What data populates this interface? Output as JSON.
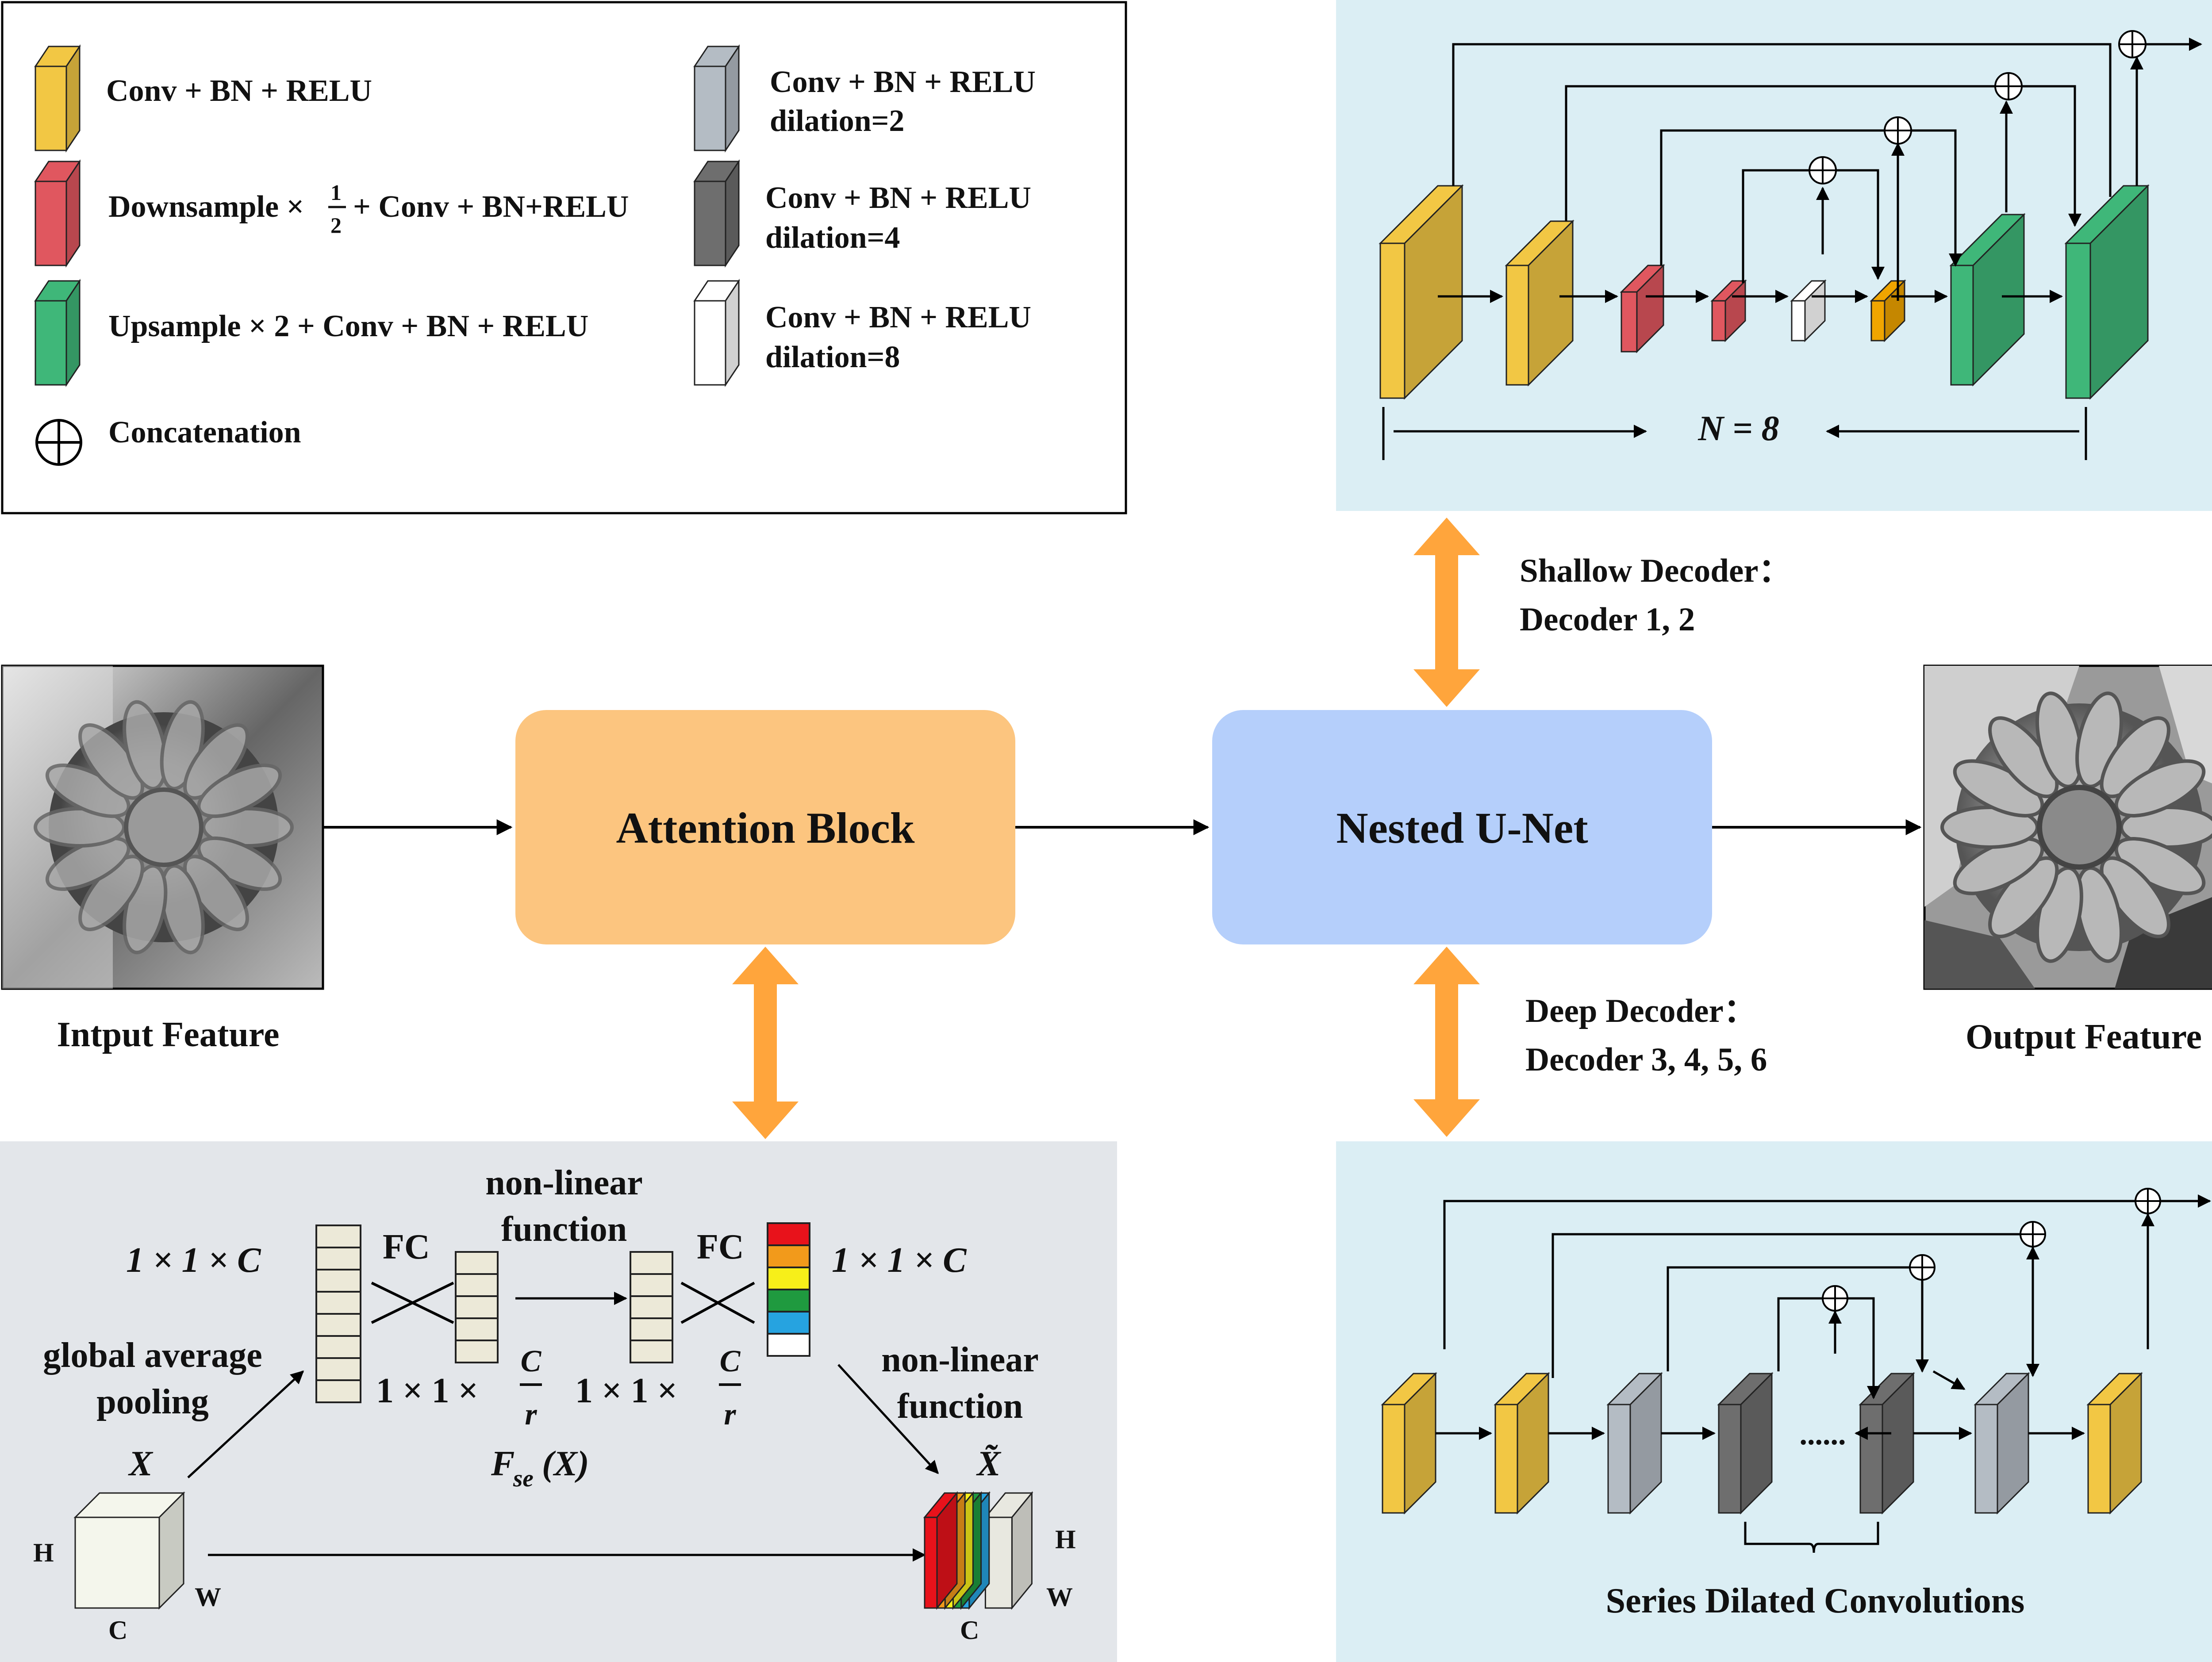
{
  "legend": {
    "items": [
      {
        "label": "Conv + BN + RELU",
        "color": "#f2c744"
      },
      {
        "label": "Downsample ×",
        "frac_num": "1",
        "frac_den": "2",
        "label_rest": "+ Conv + BN+RELU",
        "color": "#e0575f"
      },
      {
        "label": "Upsample × 2 + Conv + BN + RELU",
        "color": "#3fb779"
      },
      {
        "label": "Concatenation",
        "symbol": "⊕"
      },
      {
        "label": "Conv + BN + RELU",
        "sub": "dilation=2",
        "color": "#b4bcc4"
      },
      {
        "label": "Conv + BN + RELU",
        "sub": "dilation=4",
        "color": "#6e6e6e"
      },
      {
        "label": "Conv + BN + RELU",
        "sub": "dilation=8",
        "color": "#ffffff"
      }
    ]
  },
  "main": {
    "input_label": "Intput Feature",
    "attention_label": "Attention Block",
    "unet_label": "Nested U-Net",
    "output_label": "Output Feature",
    "shallow_title": "Shallow Decoder：",
    "shallow_sub": "Decoder 1, 2",
    "deep_title": "Deep Decoder：",
    "deep_sub": "Decoder 3, 4, 5, 6"
  },
  "shallow_panel": {
    "n_label": "N = 8"
  },
  "deep_panel": {
    "caption": "Series Dilated Convolutions",
    "dots": "......"
  },
  "se_block": {
    "dim_left": "1 × 1 × C",
    "fc1": "FC",
    "nonlinear_top_1": "non-linear",
    "nonlinear_top_2": "function",
    "fc2": "FC",
    "dim_right": "1 × 1 × C",
    "gap_1": "global average",
    "gap_2": "pooling",
    "dim_r1_a": "1 × 1 ×",
    "dim_r1_num": "C",
    "dim_r1_den": "r",
    "dim_r2_a": "1 × 1 ×",
    "dim_r2_num": "C",
    "dim_r2_den": "r",
    "fse": "F",
    "fse_sub": "se",
    "fse_arg": "(X)",
    "x_label": "X",
    "x_tilde_label": "X̃",
    "nonlinear_right_1": "non-linear",
    "nonlinear_right_2": "function",
    "cube_h": "H",
    "cube_w": "W",
    "cube_c": "C",
    "cube2_h": "H",
    "cube2_w": "W",
    "cube2_c": "C",
    "scale_colors": [
      "#e8121b",
      "#f29a1b",
      "#f7ef19",
      "#1f9a3f",
      "#26a3e0",
      "#ffffff"
    ]
  },
  "colors": {
    "arrow_orange": "#ffa53c",
    "attention_fill": "#fcc57f",
    "unet_fill": "#b5cffb",
    "panel_blue": "#dbeef4",
    "panel_gray": "#e3e6ea",
    "yellow": "#f2c744",
    "red": "#e0575f",
    "green": "#3fb779",
    "gray_light": "#b4bcc4",
    "gray_dark": "#6e6e6e",
    "white_block": "#ffffff",
    "orange_block": "#f0a500"
  }
}
